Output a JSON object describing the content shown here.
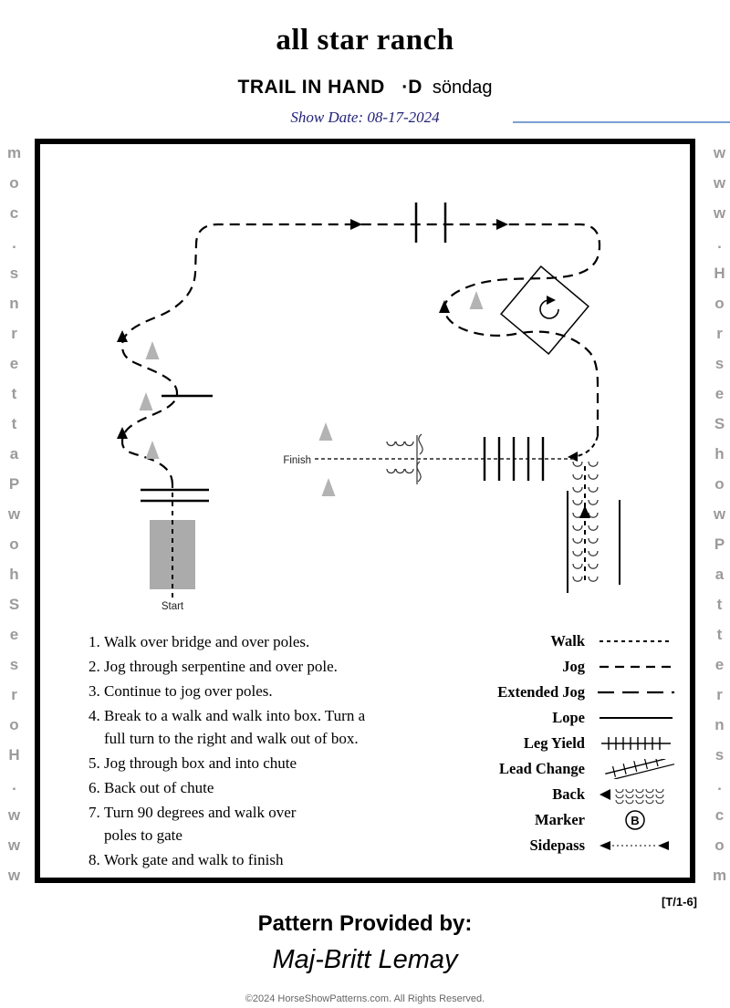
{
  "header": {
    "ranch_name": "all star ranch",
    "event": "TRAIL IN HAND",
    "division": "·D",
    "day": "söndag",
    "show_date": "Show Date: 08-17-2024"
  },
  "watermark": "www.HorseShowPatterns.com",
  "diagram": {
    "start_label": "Start",
    "finish_label": "Finish"
  },
  "instructions": [
    "Walk over bridge and over poles.",
    "Jog through serpentine and over pole.",
    "Continue to jog over poles.",
    "Break to a walk and walk into box.  Turn a\nfull turn to the right and walk out of  box.",
    "Jog through box and into chute",
    "Back out of  chute",
    "Turn 90 degrees and walk over\npoles to gate",
    "Work gate and walk to finish"
  ],
  "legend": [
    {
      "label": "Walk"
    },
    {
      "label": "Jog"
    },
    {
      "label": "Extended Jog"
    },
    {
      "label": "Lope"
    },
    {
      "label": "Leg Yield"
    },
    {
      "label": "Lead Change"
    },
    {
      "label": "Back"
    },
    {
      "label": "Marker",
      "letter": "B"
    },
    {
      "label": "Sidepass"
    }
  ],
  "footer": {
    "page_code": "[T/1-6]",
    "provided_by": "Pattern Provided by:",
    "provider_name": "Maj-Britt Lemay",
    "copyright": "©2024 HorseShowPatterns.com. All Rights Reserved."
  }
}
